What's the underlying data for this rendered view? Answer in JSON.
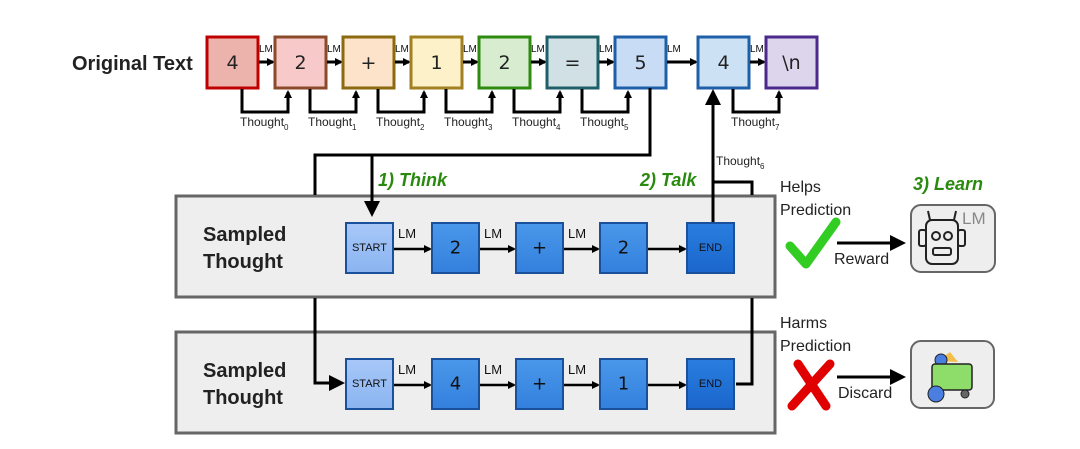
{
  "original_text": {
    "label": "Original Text",
    "tokens": [
      {
        "text": "4",
        "fill": "#ebb3ab",
        "stroke": "#c00000"
      },
      {
        "text": "2",
        "fill": "#f8c9c9",
        "stroke": "#8b4a2a"
      },
      {
        "text": "+",
        "fill": "#fde3c9",
        "stroke": "#8b6a10"
      },
      {
        "text": "1",
        "fill": "#fdf1c9",
        "stroke": "#a08020"
      },
      {
        "text": "2",
        "fill": "#d8ecd0",
        "stroke": "#2e8b10"
      },
      {
        "text": "=",
        "fill": "#d0e0e4",
        "stroke": "#1f5f6a"
      },
      {
        "text": "5",
        "fill": "#c8dcf6",
        "stroke": "#1f5fa8"
      },
      {
        "text": "4",
        "fill": "#cde1f4",
        "stroke": "#1f5fa8"
      },
      {
        "text": "\\n",
        "fill": "#dcd5ec",
        "stroke": "#4a2a8a"
      }
    ],
    "lm_label": "LM",
    "thought_word": "Thought",
    "thought_subscripts": [
      "0",
      "1",
      "2",
      "3",
      "4",
      "5",
      "6",
      "7"
    ]
  },
  "steps": {
    "think": "1) Think",
    "talk": "2) Talk",
    "learn": "3) Learn"
  },
  "sampled_thoughts": [
    {
      "title_line1": "Sampled",
      "title_line2": "Thought",
      "tokens": [
        "START",
        "2",
        "+",
        "2",
        "END"
      ],
      "outcome_line1": "Helps",
      "outcome_line2": "Prediction",
      "outcome_icon": "check-icon",
      "action": "Reward",
      "target_icon": "robot-lm-icon",
      "target_label": "LM"
    },
    {
      "title_line1": "Sampled",
      "title_line2": "Thought",
      "tokens": [
        "START",
        "4",
        "+",
        "1",
        "END"
      ],
      "outcome_line1": "Harms",
      "outcome_line2": "Prediction",
      "outcome_icon": "cross-icon",
      "action": "Discard",
      "target_icon": "trash-bin-icon"
    }
  ],
  "colors": {
    "step_green": "#2a8a10",
    "check_green": "#33cc22",
    "cross_red": "#e00000",
    "panel_fill": "#eeeeee",
    "panel_stroke": "#666666"
  }
}
